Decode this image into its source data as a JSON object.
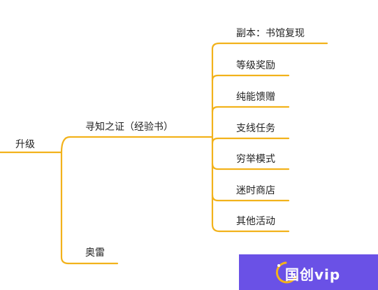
{
  "colors": {
    "line": "#f2b21b",
    "text": "#222222",
    "watermark_bg": "#6a51e6",
    "watermark_ring": "#f2b21b"
  },
  "mindmap": {
    "root": "升级",
    "branches": [
      {
        "label": "寻知之证（经验书）",
        "children": [
          "副本：书馆复现",
          "等级奖励",
          "纯能馈赠",
          "支线任务",
          "穷举模式",
          "迷时商店",
          "其他活动"
        ]
      },
      {
        "label": "奥雷",
        "children": []
      }
    ]
  },
  "watermark": {
    "brand": "国创vip",
    "icon": "crescent-ring-logo"
  }
}
